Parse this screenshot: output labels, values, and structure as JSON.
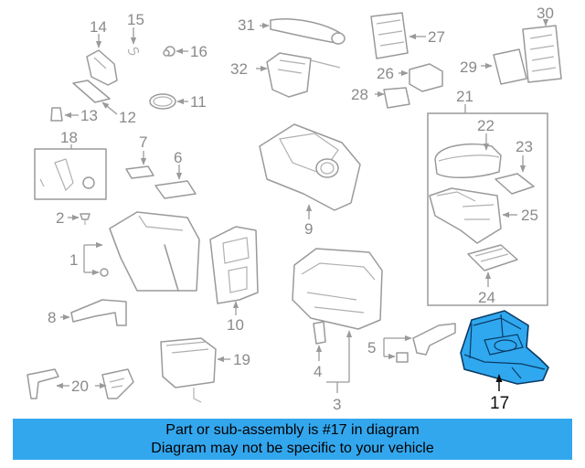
{
  "diagram": {
    "callouts": [
      "14",
      "15",
      "16",
      "31",
      "27",
      "30",
      "32",
      "26",
      "29",
      "28",
      "21",
      "13",
      "12",
      "11",
      "22",
      "23",
      "18",
      "7",
      "6",
      "9",
      "25",
      "2",
      "1",
      "24",
      "8",
      "10",
      "5",
      "4",
      "19",
      "20",
      "3",
      "17"
    ],
    "highlighted_callout": "17",
    "colors": {
      "highlight": "#2fa8ef",
      "highlight_outline": "#0b3b66",
      "line": "#9a9a9a",
      "banner": "#33a7ee"
    }
  },
  "banner": {
    "line1": "Part or sub-assembly is #17 in diagram",
    "line2": "Diagram may not be specific to your vehicle"
  }
}
